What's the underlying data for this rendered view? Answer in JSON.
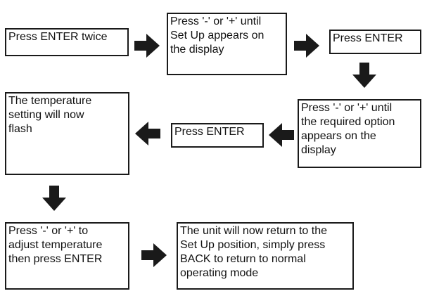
{
  "steps": [
    {
      "id": "s1",
      "text": "Press ENTER twice"
    },
    {
      "id": "s2",
      "text": "Press '-' or '+' until\nSet Up appears on\nthe display"
    },
    {
      "id": "s3",
      "text": "Press ENTER"
    },
    {
      "id": "s4",
      "text": "Press '-' or '+' until\nthe required option\nappears on the\ndisplay"
    },
    {
      "id": "s5",
      "text": "Press ENTER"
    },
    {
      "id": "s6",
      "text": "The temperature\nsetting will now\nflash"
    },
    {
      "id": "s7",
      "text": "Press '-' or '+' to\nadjust temperature\nthen press ENTER"
    },
    {
      "id": "s8",
      "text": "The unit will now return to the\nSet Up position, simply press\nBACK to return to normal\noperating mode"
    }
  ],
  "arrows": [
    {
      "id": "a1",
      "from": "s1",
      "to": "s2",
      "direction": "right"
    },
    {
      "id": "a2",
      "from": "s2",
      "to": "s3",
      "direction": "right"
    },
    {
      "id": "a3",
      "from": "s3",
      "to": "s4",
      "direction": "down"
    },
    {
      "id": "a4",
      "from": "s4",
      "to": "s5",
      "direction": "left"
    },
    {
      "id": "a5",
      "from": "s5",
      "to": "s6",
      "direction": "left"
    },
    {
      "id": "a6",
      "from": "s6",
      "to": "s7",
      "direction": "down"
    },
    {
      "id": "a7",
      "from": "s7",
      "to": "s8",
      "direction": "right"
    }
  ],
  "colors": {
    "border": "#1a1a1a",
    "arrow": "#1a1a1a",
    "text": "#111111",
    "background": "#ffffff"
  }
}
